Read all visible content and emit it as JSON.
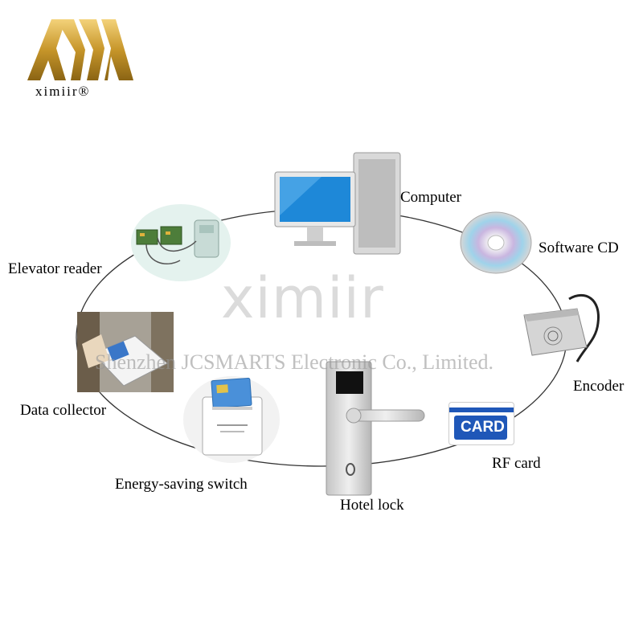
{
  "brand": {
    "name": "ximiir®"
  },
  "watermark": {
    "big": "ximiir",
    "company": "Shenzhen JCSMARTS Electronic Co., Limited."
  },
  "nodes": {
    "computer": "Computer",
    "software_cd": "Software CD",
    "encoder": "Encoder",
    "rf_card": "RF card",
    "hotel_lock": "Hotel lock",
    "energy_switch": "Energy-saving switch",
    "data_collector": "Data collector",
    "elevator_reader": "Elevator reader"
  },
  "card": {
    "text": "CARD"
  },
  "colors": {
    "gold": "#c7962a",
    "card_blue": "#1f57b8",
    "monitor_blue": "#1e88d8"
  }
}
